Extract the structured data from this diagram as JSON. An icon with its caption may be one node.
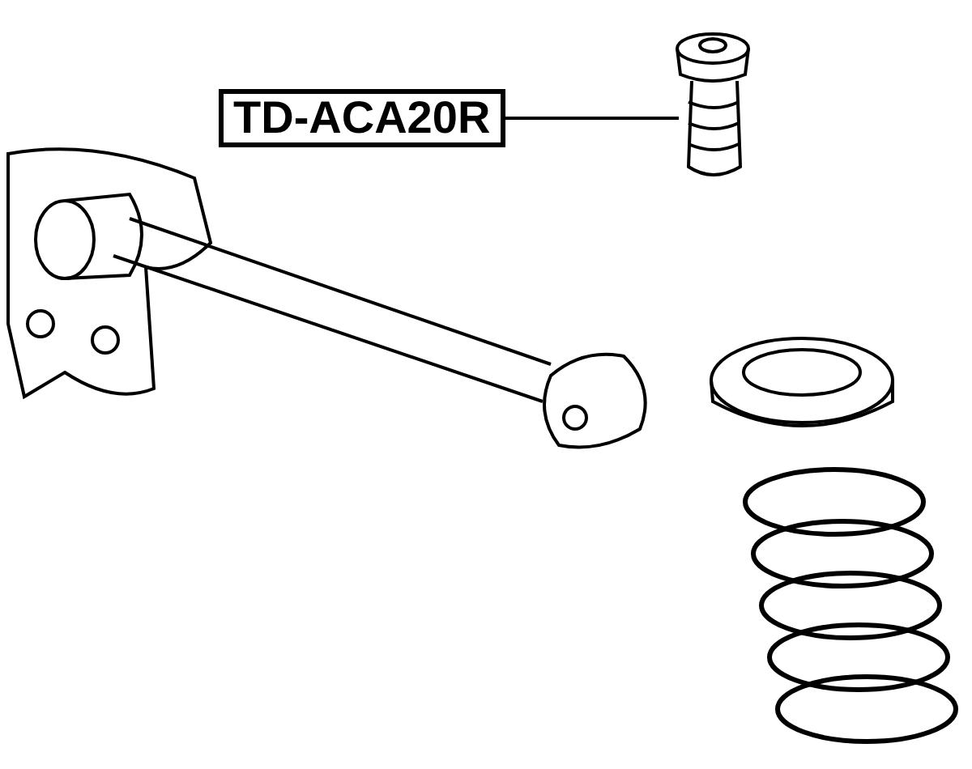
{
  "diagram": {
    "nodes": [
      {
        "text": [
          "TD-ACA20R"
        ]
      },
      {
        "text": [],
        "shape": "picture"
      }
    ],
    "edges": [
      {
        "from": 0,
        "to": 1,
        "arrow": "none"
      }
    ]
  }
}
